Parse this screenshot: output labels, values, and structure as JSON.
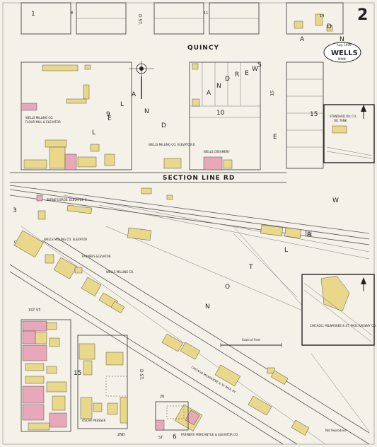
{
  "map": {
    "sheet_number": "2",
    "title_badge": {
      "date": "Aug. 1909",
      "city": "WELLS",
      "state": "MINN."
    },
    "streets": {
      "quincy": "QUINCY",
      "section_line_rd": "SECTION LINE RD",
      "d_st_top": "D ST.",
      "d_st_bottom": "D ST.",
      "first_st": "1ST ST.",
      "second_st": "2ND",
      "st_6_prefix": "ST.",
      "st_6_number": "6",
      "e_st": "E",
      "st_right": "ST."
    },
    "block_numbers": [
      "1",
      "8",
      "11",
      "14",
      "9",
      "10",
      "15",
      "3",
      "15",
      "26"
    ],
    "businesses": [
      "WELLS MILLING CO.",
      "FLOUR MILL & ELEVATOR",
      "WELLS MILLING CO. ELEVATOR B",
      "WELLS CREAMERY",
      "BYRNE'S BROS. ELEVATOR C",
      "WELLS MILLING CO. ELEVATOR",
      "FARMERS ELEVATOR",
      "WELLS MILLING CO.",
      "OSCAR PRESSER",
      "FARMERS' MERCANTILE & ELEVATOR CO."
    ],
    "inset_1": {
      "title": "STANDARD OIL CO.",
      "subtitle": "OIL TANK"
    },
    "inset_2": {
      "title": "CHICAGO, MILWAUKEE & ST. PAUL RAILWAY CO."
    },
    "scale_label": "Scale of Feet",
    "railway_label": "CHICAGO MILWAUKEE & ST PAUL RY",
    "street_letters_leland": [
      "L",
      "E",
      "L",
      "A",
      "N",
      "D"
    ],
    "street_letters_andrews": [
      "A",
      "N",
      "D",
      "R",
      "E",
      "W",
      "S"
    ],
    "street_letters_adams": [
      "A",
      "D",
      "N"
    ],
    "street_letters_walton": [
      "W",
      "A",
      "L",
      "T",
      "O",
      "N"
    ],
    "stamp": "Not Reproduce"
  }
}
